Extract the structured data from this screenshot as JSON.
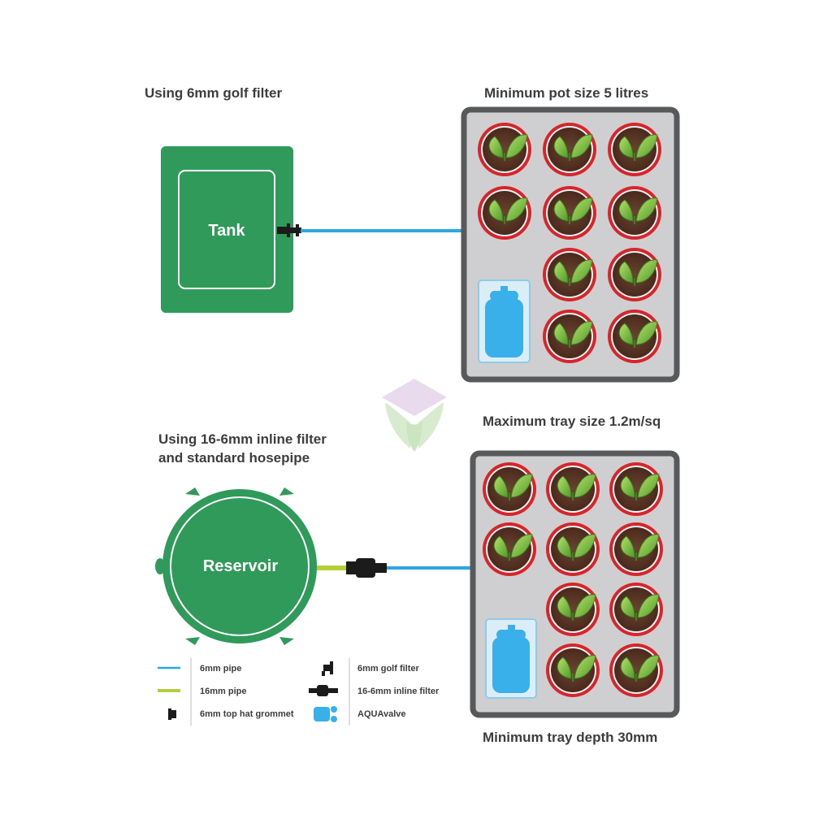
{
  "top_section": {
    "heading": "Using 6mm golf filter",
    "tray_heading": "Minimum pot size 5 litres",
    "tank_label": "Tank"
  },
  "bottom_section": {
    "heading_line1": "Using 16-6mm inline filter",
    "heading_line2": "and standard hosepipe",
    "tray_heading": "Maximum tray size 1.2m/sq",
    "tray_footer": "Minimum tray depth 30mm",
    "reservoir_label": "Reservoir"
  },
  "legend": {
    "items": [
      {
        "label": "6mm pipe",
        "icon": "blue-pipe-icon"
      },
      {
        "label": "16mm pipe",
        "icon": "green-pipe-icon"
      },
      {
        "label": "6mm top hat grommet",
        "icon": "grommet-icon"
      },
      {
        "label": "6mm golf filter",
        "icon": "golf-filter-icon"
      },
      {
        "label": "16-6mm inline filter",
        "icon": "inline-filter-icon"
      },
      {
        "label": "AQUAvalve",
        "icon": "aquavalve-icon"
      }
    ]
  },
  "colors": {
    "container_green": "#2f9a5a",
    "pipe_6mm": "#2ba6e0",
    "pipe_16mm": "#b5cf3a",
    "tray_grey": "#cfcfd1",
    "tray_border": "#58595b",
    "pot_rim": "#d6252b",
    "soil": "#5b3626",
    "leaf": "#7dbf3e",
    "valve_blue": "#3ab0ea"
  }
}
